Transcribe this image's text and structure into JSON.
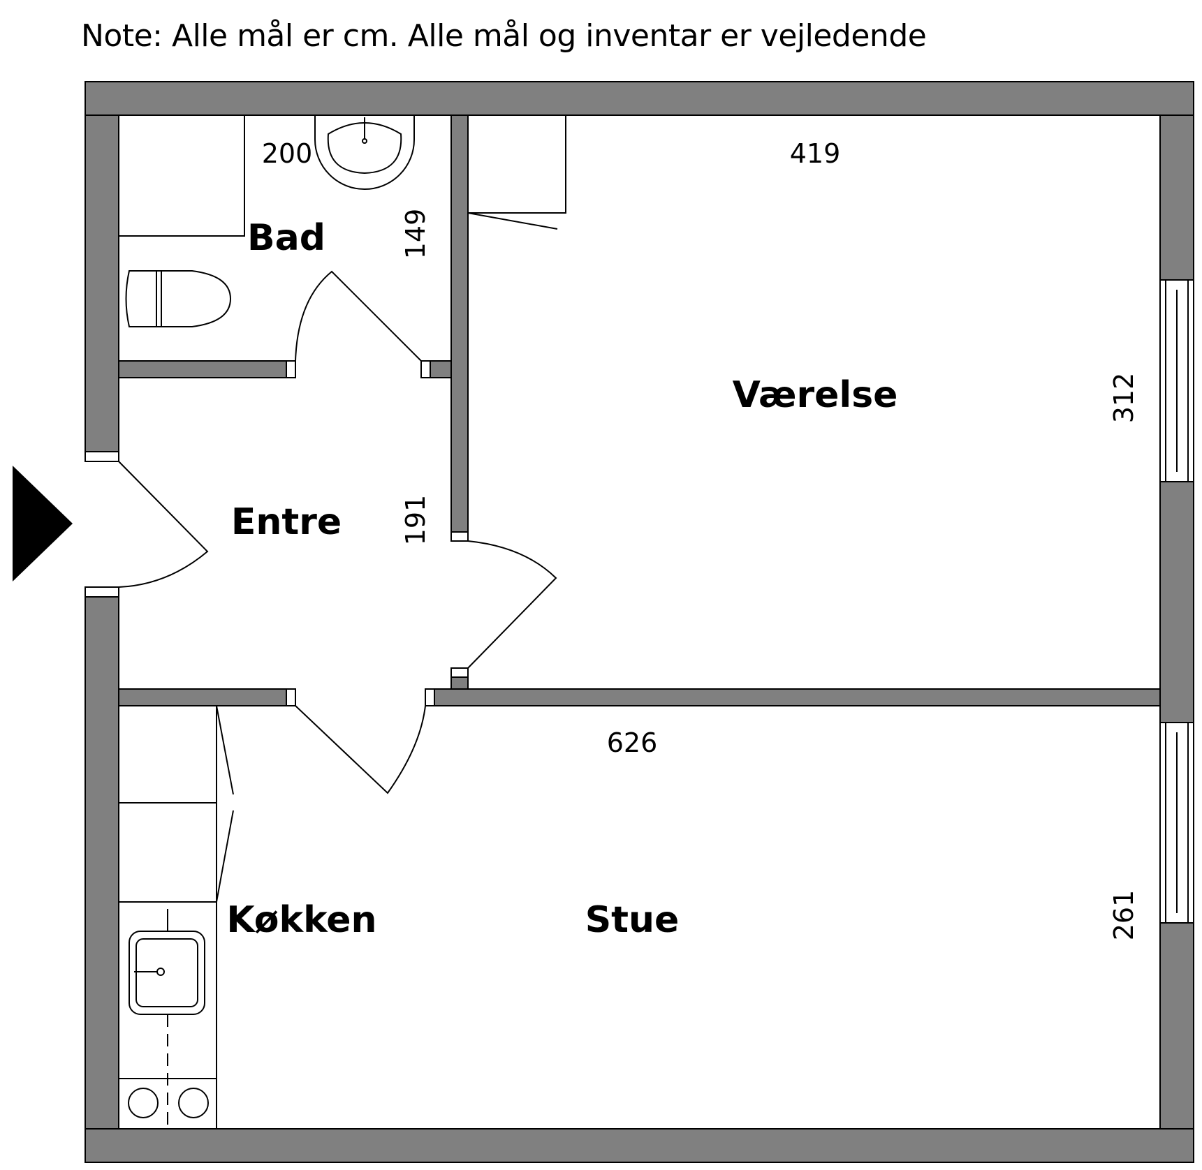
{
  "note": "Note: Alle mål er cm. Alle mål og inventar er vejledende",
  "rooms": {
    "bad": "Bad",
    "vaerelse": "Værelse",
    "entre": "Entre",
    "koekken": "Køkken",
    "stue": "Stue"
  },
  "dimensions": {
    "bad_width": "200",
    "bad_depth": "149",
    "vaerelse_width": "419",
    "vaerelse_depth": "312",
    "entre_depth": "191",
    "stue_width": "626",
    "stue_depth": "261"
  },
  "colors": {
    "wall": "#808080",
    "line": "#000000",
    "background": "#ffffff"
  }
}
